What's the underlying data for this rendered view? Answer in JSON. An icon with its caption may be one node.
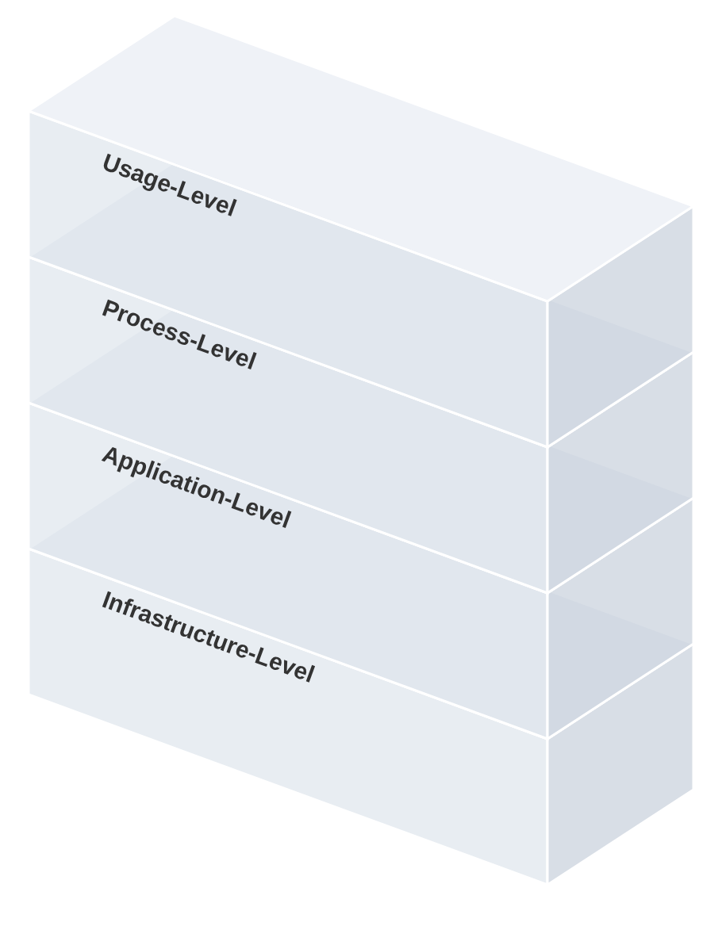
{
  "diagram": {
    "nodes": [
      {
        "text": [
          "Usage-Level"
        ]
      },
      {
        "text": [
          "Process-Level"
        ]
      },
      {
        "text": [
          "Application-Level"
        ]
      },
      {
        "text": [
          "Infrastructure-Level"
        ]
      }
    ]
  }
}
